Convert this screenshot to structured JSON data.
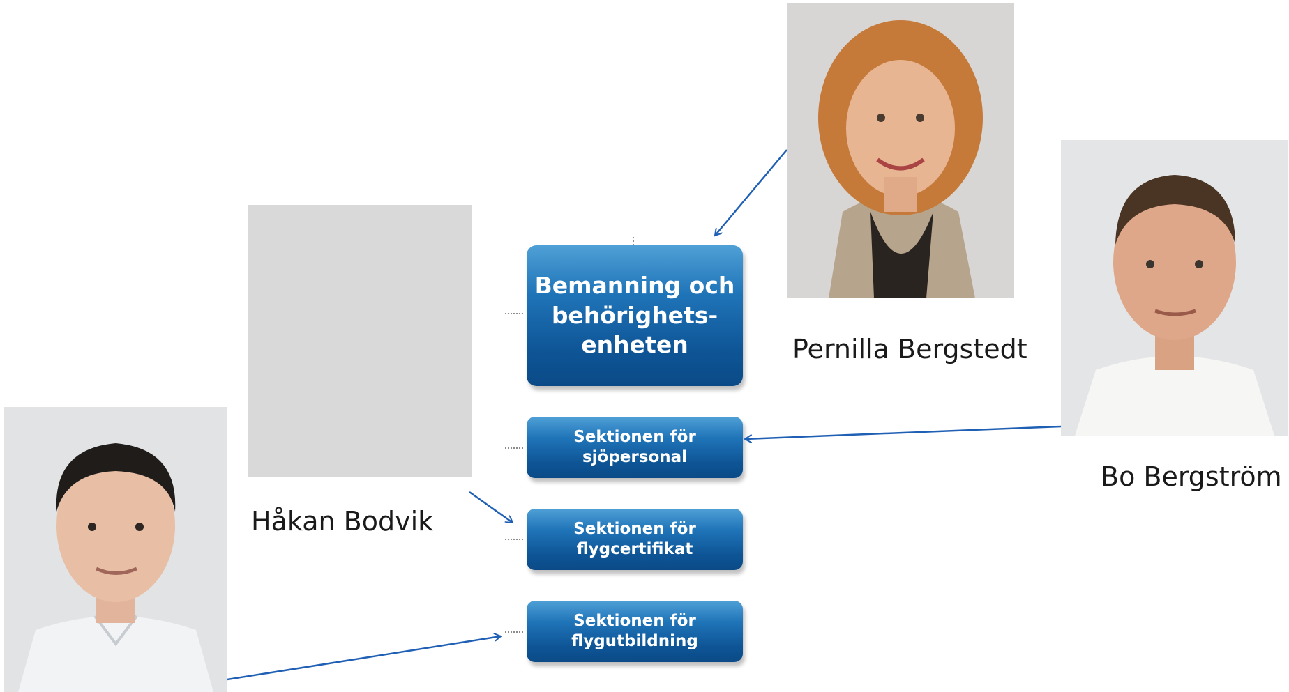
{
  "units": {
    "main": {
      "lines": [
        "Bemanning och",
        "behörighets-",
        "enheten"
      ]
    },
    "sections": [
      {
        "lines": [
          "Sektionen för",
          "sjöpersonal"
        ]
      },
      {
        "lines": [
          "Sektionen för",
          "flygcertifikat"
        ]
      },
      {
        "lines": [
          "Sektionen för",
          "flygutbildning"
        ]
      }
    ]
  },
  "people": [
    {
      "name": "Pernilla Bergstedt"
    },
    {
      "name": "Bo Bergström"
    },
    {
      "name": "Håkan Bodvik"
    }
  ],
  "colors": {
    "box_dark": "#0b4a87",
    "box_light": "#4fa0d6",
    "arrow": "#1f5fb4",
    "placeholder": "#d9d9d9"
  }
}
